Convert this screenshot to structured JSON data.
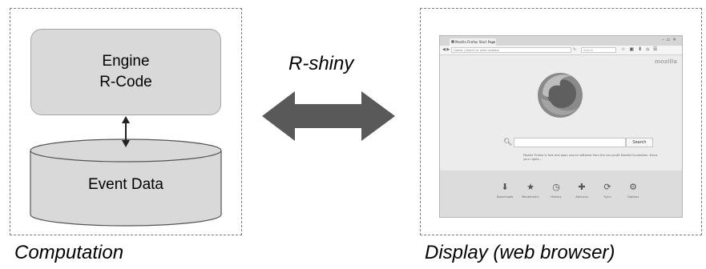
{
  "left": {
    "engine_line1": "Engine",
    "engine_line2": "R-Code",
    "database_label": "Event Data",
    "caption": "Computation"
  },
  "connector": {
    "label": "R-shiny"
  },
  "right": {
    "caption": "Display (web browser)",
    "browser": {
      "tab_title": "Mozilla Firefox Start Page",
      "url_placeholder": "Firefox | Search or enter address",
      "search_placeholder": "Search",
      "brand": "mozilla",
      "search_button": "Search",
      "snippet": "Mozilla Firefox is free and open source software from the non-profit Mozilla Foundation. Know your rights...",
      "launchers": [
        {
          "label": "Downloads",
          "icon": "download-icon"
        },
        {
          "label": "Bookmarks",
          "icon": "star-icon"
        },
        {
          "label": "History",
          "icon": "clock-icon"
        },
        {
          "label": "Add-ons",
          "icon": "puzzle-icon"
        },
        {
          "label": "Sync",
          "icon": "sync-icon"
        },
        {
          "label": "Options",
          "icon": "gear-icon"
        }
      ]
    }
  },
  "colors": {
    "engine_fill": "#d9d9d9",
    "database_fill": "#d9d9d9",
    "arrow_fill": "#595959",
    "dashed_border": "#7a7a7a"
  }
}
